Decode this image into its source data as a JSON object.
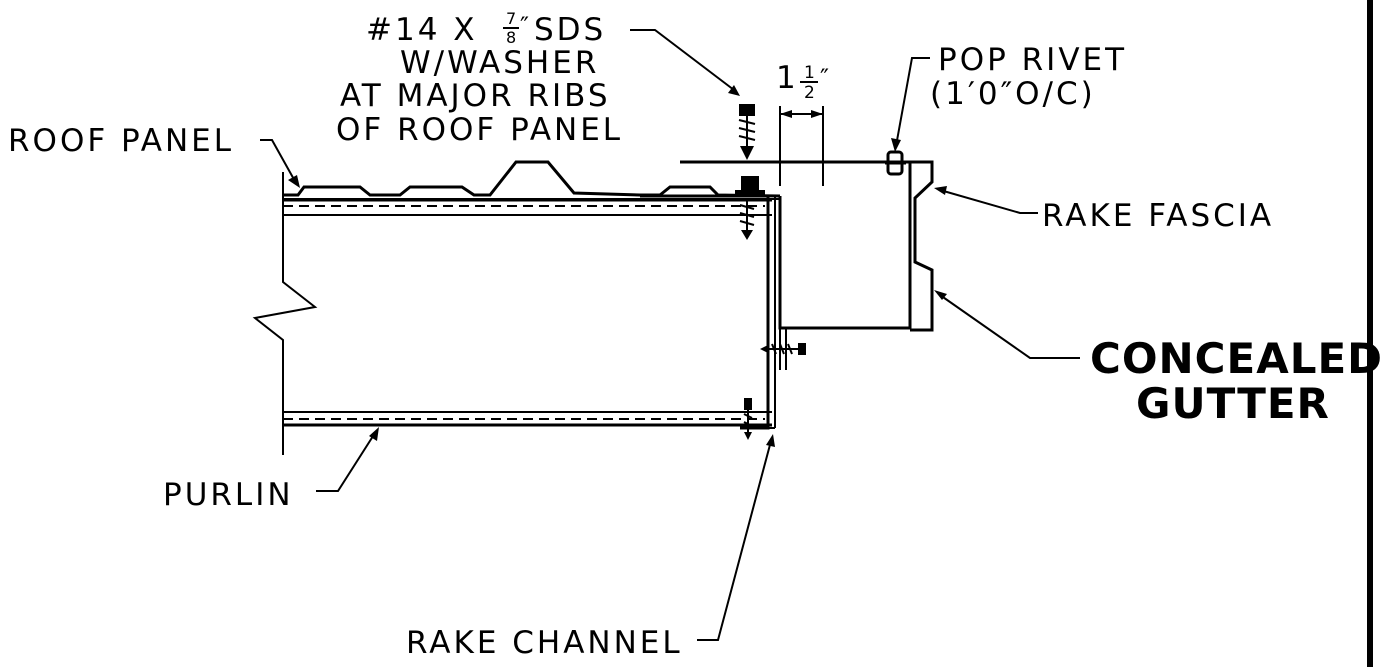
{
  "labels": {
    "screw_callout": [
      "#14 X",
      "SDS",
      "W/WASHER",
      "AT MAJOR RIBS",
      "OF ROOF PANEL"
    ],
    "screw_fraction": {
      "num": "7",
      "den": "8",
      "mark": "″"
    },
    "dimension": {
      "whole": "1",
      "num": "1",
      "den": "2",
      "mark": "″"
    },
    "pop_rivet": [
      "POP RIVET",
      "(1′0″O/C)"
    ],
    "roof_panel": "ROOF PANEL",
    "rake_fascia": "RAKE FASCIA",
    "concealed_gutter": [
      "CONCEALED",
      "GUTTER"
    ],
    "purlin": "PURLIN",
    "rake_channel": "RAKE CHANNEL"
  },
  "colors": {
    "ink": "#000000",
    "background": "#ffffff"
  }
}
